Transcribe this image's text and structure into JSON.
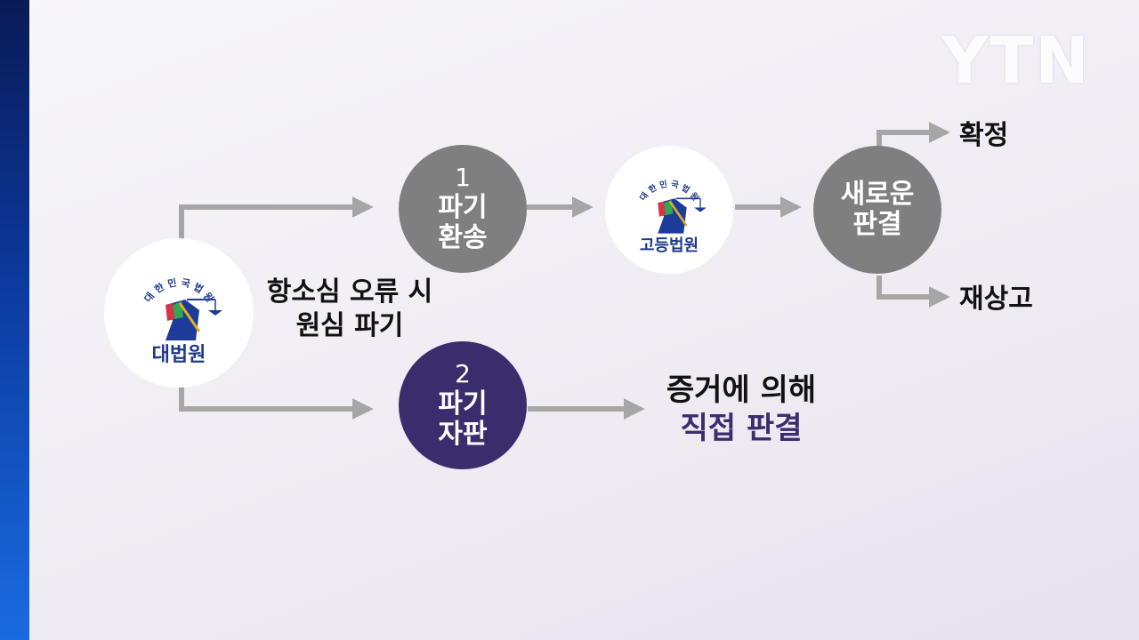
{
  "broadcaster": "YTN",
  "supreme_court": {
    "seal_ring": "대 한 민 국 법 원",
    "label": "대법원"
  },
  "high_court": {
    "seal_ring": "대 한 민 국 법 원",
    "label": "고등법원"
  },
  "note": {
    "line1": "항소심 오류 시",
    "line2": "원심 파기"
  },
  "option1": {
    "num": "1",
    "line1": "파기",
    "line2": "환송"
  },
  "option2": {
    "num": "2",
    "line1": "파기",
    "line2": "자판"
  },
  "new_ruling": {
    "line1": "새로운",
    "line2": "판결"
  },
  "outcomes": {
    "top": "확정",
    "bottom": "재상고"
  },
  "direct": {
    "line1": "증거에 의해",
    "line2": "직접 판결"
  },
  "colors": {
    "gray": "#7f7f7f",
    "purple": "#3a2d6e",
    "arrow": "#a6a6a6",
    "court_blue": "#1f3a8a"
  }
}
